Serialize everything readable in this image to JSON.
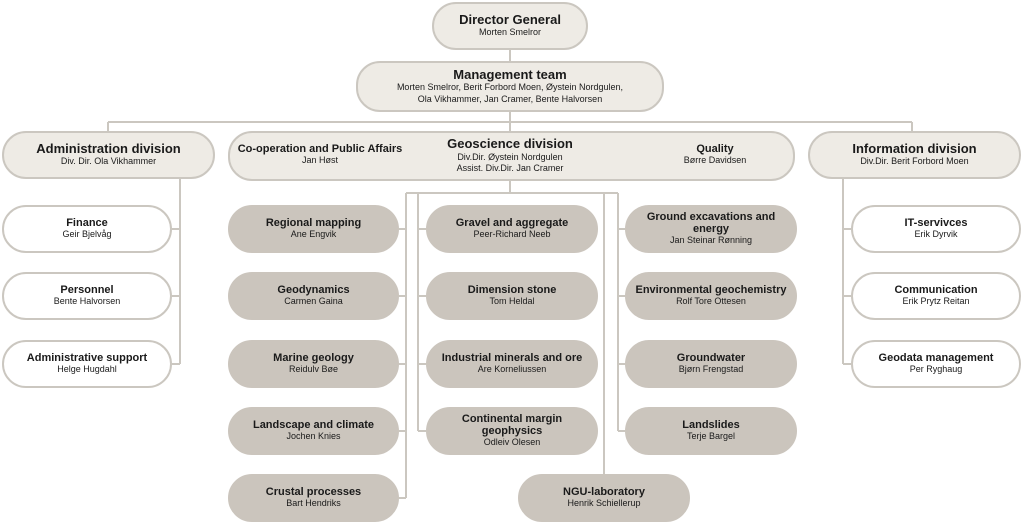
{
  "director": {
    "title": "Director General",
    "name": "Morten Smelror"
  },
  "management": {
    "title": "Management team",
    "members": [
      "Morten Smelror, Berit Forbord Moen, Øystein Nordgulen,",
      "Ola Vikhammer, Jan Cramer, Bente Halvorsen"
    ]
  },
  "admin_division": {
    "title": "Administration division",
    "head": "Div. Dir. Ola Vikhammer"
  },
  "geoscience_division": {
    "title": "Geoscience division",
    "head": "Div.Dir. Øystein Nordgulen",
    "assist": "Assist. Div.Dir. Jan Cramer",
    "cooperation": {
      "title": "Co-operation and Public Affairs",
      "name": "Jan Høst"
    },
    "quality": {
      "title": "Quality",
      "name": "Børre Davidsen"
    }
  },
  "information_division": {
    "title": "Information division",
    "head": "Div.Dir. Berit Forbord Moen"
  },
  "admin_units": [
    {
      "title": "Finance",
      "name": "Geir Bjelvåg"
    },
    {
      "title": "Personnel",
      "name": "Bente Halvorsen"
    },
    {
      "title": "Administrative support",
      "name": "Helge Hugdahl"
    }
  ],
  "geo_col1": [
    {
      "title": "Regional mapping",
      "name": "Ane Engvik"
    },
    {
      "title": "Geodynamics",
      "name": "Carmen Gaina"
    },
    {
      "title": "Marine geology",
      "name": "Reidulv Bøe"
    },
    {
      "title": "Landscape and climate",
      "name": "Jochen Knies"
    },
    {
      "title": "Crustal processes",
      "name": "Bart Hendriks"
    }
  ],
  "geo_col2": [
    {
      "title": "Gravel and aggregate",
      "name": "Peer-Richard Neeb"
    },
    {
      "title": "Dimension stone",
      "name": "Tom Heldal"
    },
    {
      "title": "Industrial minerals and ore",
      "name": "Are Korneliussen"
    },
    {
      "title": "Continental margin geophysics",
      "name": "Odleiv Olesen"
    }
  ],
  "geo_col3": [
    {
      "title": "Ground excavations and energy",
      "name": "Jan Steinar Rønning"
    },
    {
      "title": "Environmental geochemistry",
      "name": "Rolf Tore Ottesen"
    },
    {
      "title": "Groundwater",
      "name": "Bjørn Frengstad"
    },
    {
      "title": "Landslides",
      "name": "Terje Bargel"
    }
  ],
  "laboratory": {
    "title": "NGU-laboratory",
    "name": "Henrik Schiellerup"
  },
  "info_units": [
    {
      "title": "IT-servivces",
      "name": "Erik Dyrvik"
    },
    {
      "title": "Communication",
      "name": "Erik Prytz Reitan"
    },
    {
      "title": "Geodata management",
      "name": "Per Ryghaug"
    }
  ],
  "colors": {
    "box_light": "#eeebe5",
    "box_dark": "#cbc5bd",
    "border": "#cbc7c0",
    "line": "#cbc7c0"
  }
}
